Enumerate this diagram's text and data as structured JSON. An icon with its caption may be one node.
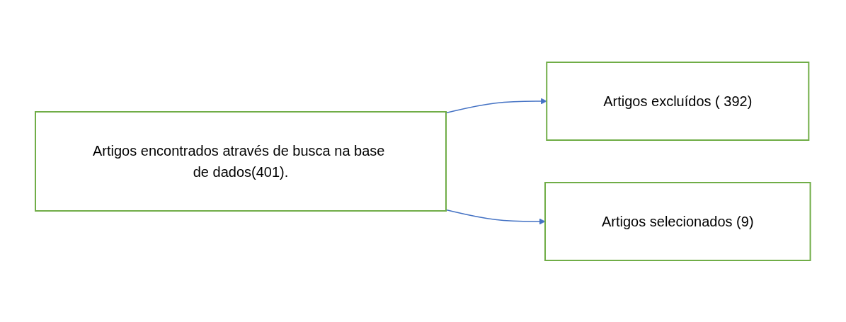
{
  "diagram": {
    "nodes": [
      {
        "text": [
          "Artigos encontrados através de busca na base de dados(401)."
        ]
      },
      {
        "text": [
          "Artigos excluídos ( 392)"
        ]
      },
      {
        "text": [
          "Artigos selecionados (9)"
        ]
      }
    ],
    "edges": [
      {
        "from": 0,
        "to": 1,
        "arrow": "to"
      },
      {
        "from": 0,
        "to": 2,
        "arrow": "to"
      }
    ]
  }
}
